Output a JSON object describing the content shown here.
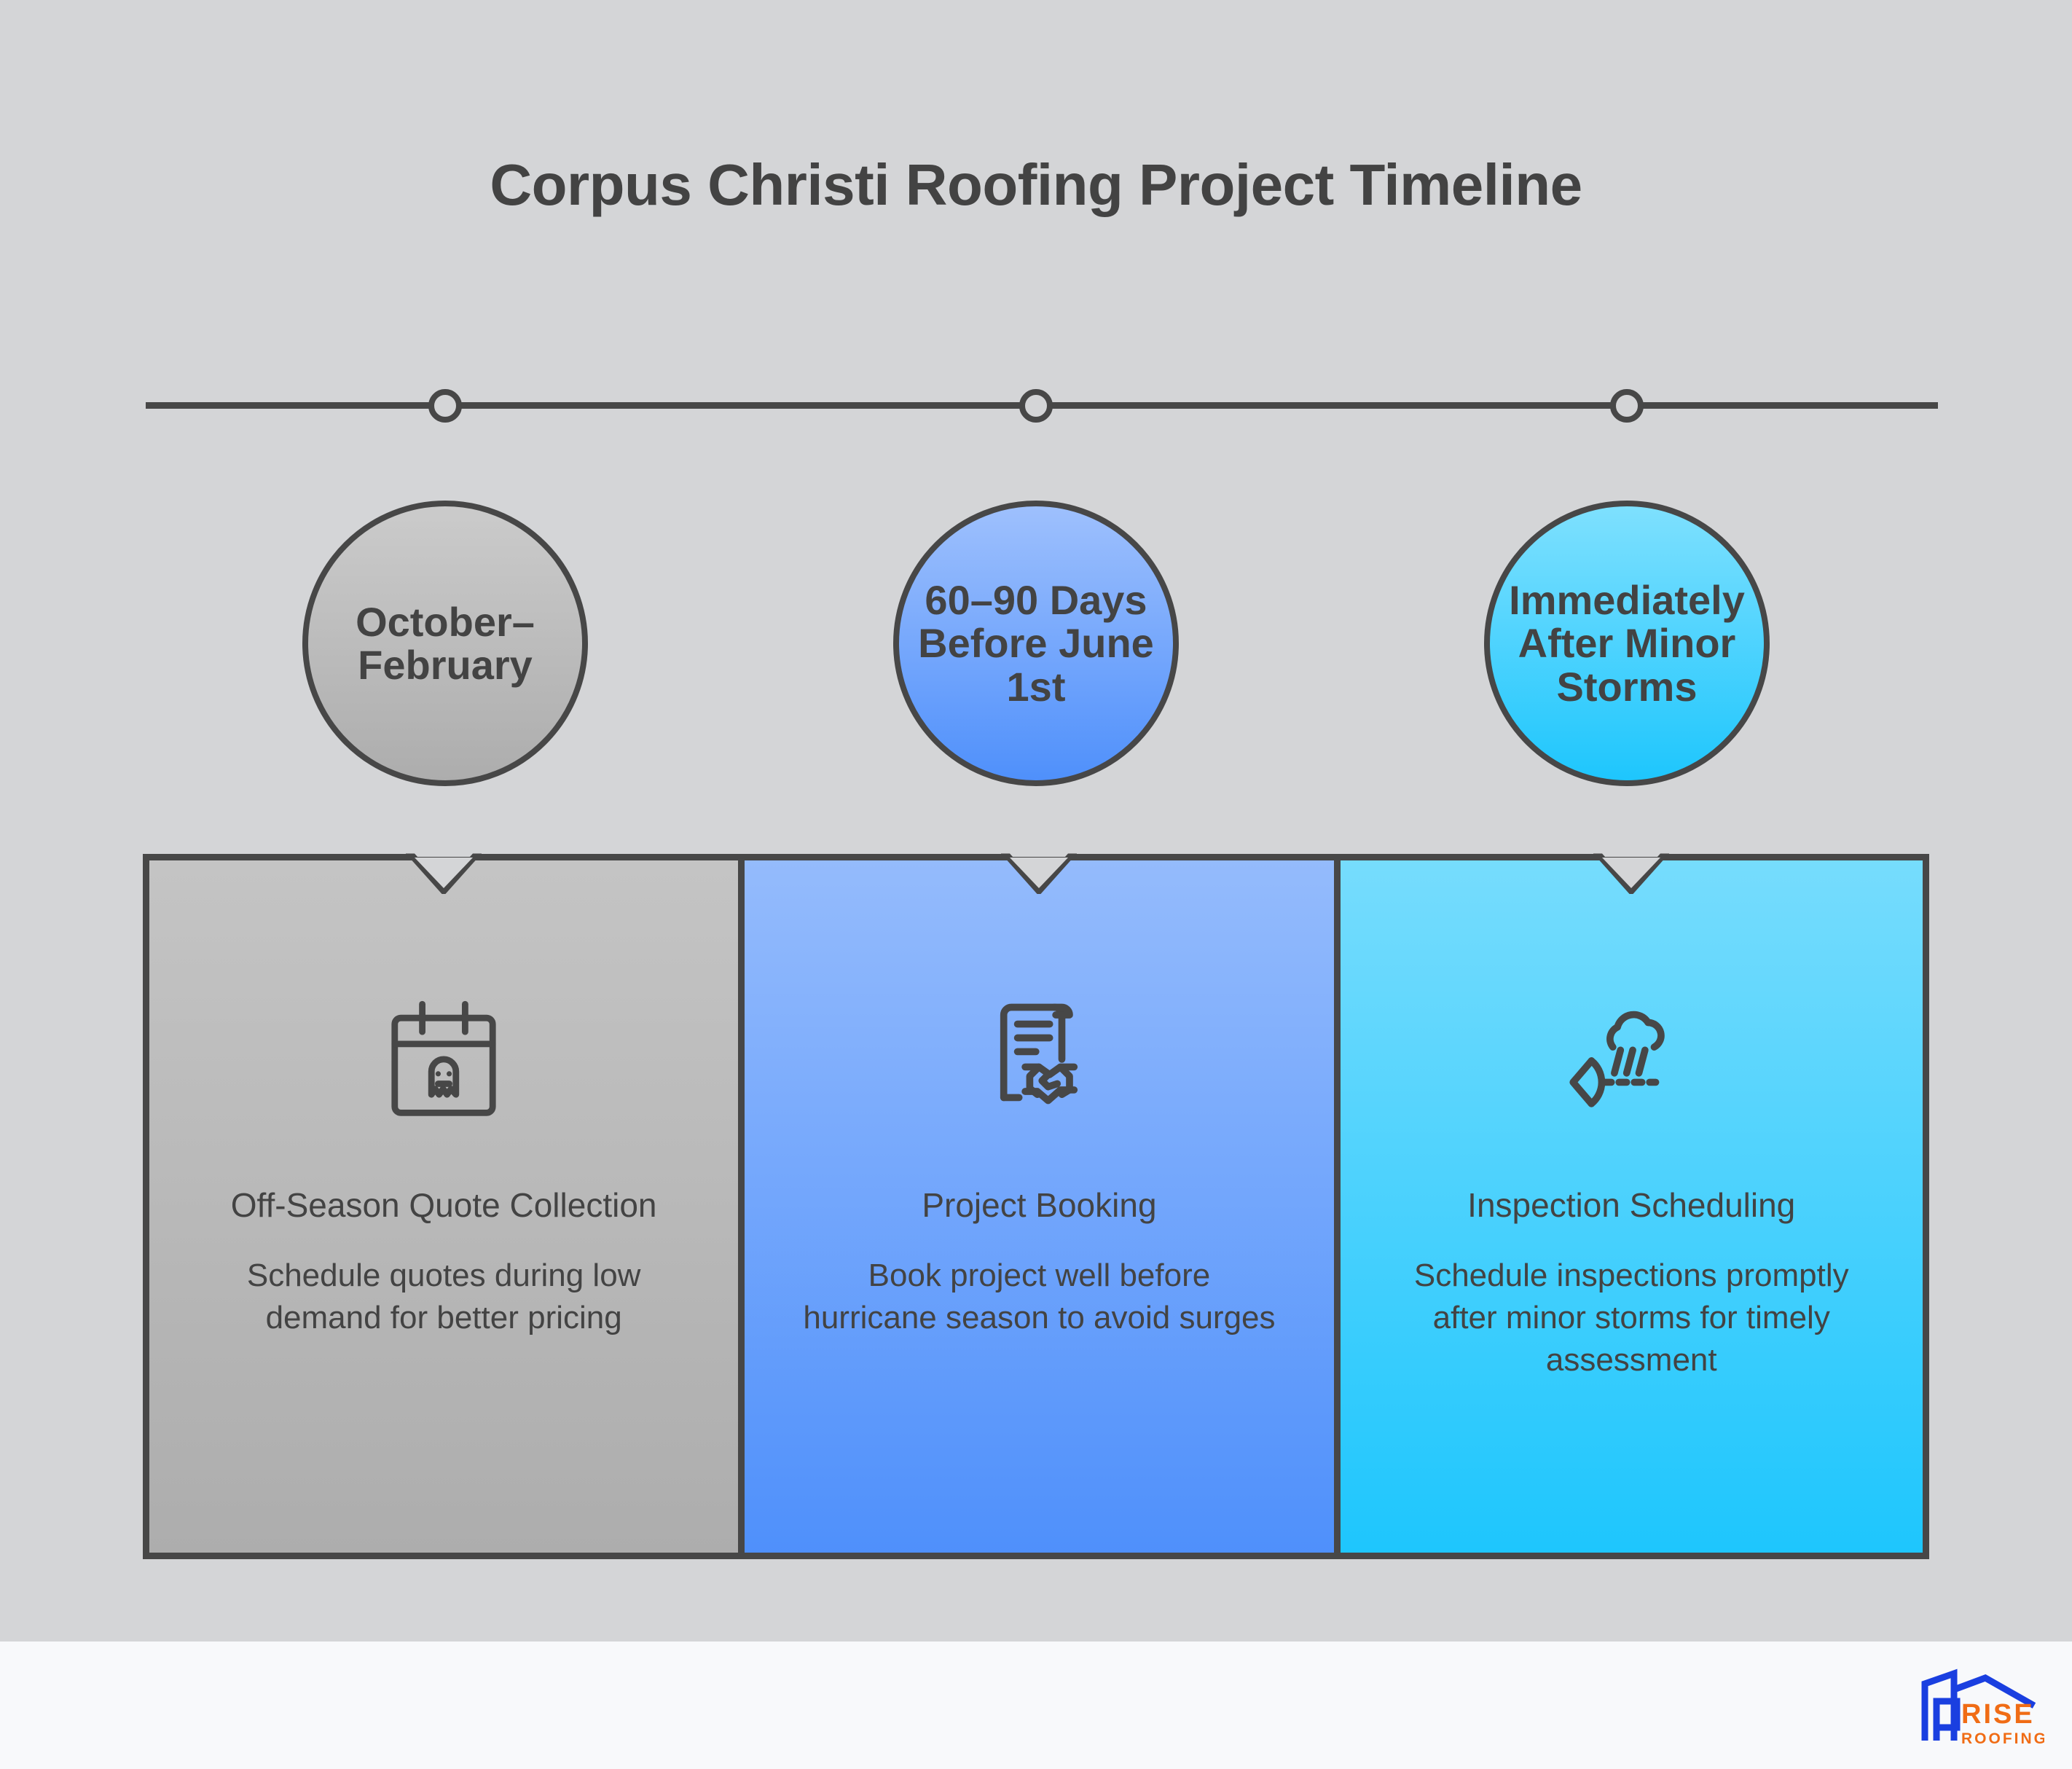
{
  "title": "Corpus Christi Roofing Project Timeline",
  "colors": {
    "canvas_background": "#d4d5d7",
    "footer_background": "#f8f9fb",
    "line_dark": "#474747",
    "text_dark": "#434343",
    "panel1_top": "#c4c4c4",
    "panel1_bottom": "#adadad",
    "panel2_top": "#94bbfc",
    "panel2_bottom": "#4f90fb",
    "panel3_top": "#76dcfd",
    "panel3_bottom": "#1ec6fd",
    "logo_blue": "#1a3fe0",
    "logo_orange": "#f06c15"
  },
  "timeline": {
    "markers": [
      {
        "name": "milestone-1"
      },
      {
        "name": "milestone-2"
      },
      {
        "name": "milestone-3"
      }
    ],
    "bubbles": [
      {
        "label": "October–February"
      },
      {
        "label": "60–90 Days Before June 1st"
      },
      {
        "label": "Immediately After Minor Storms"
      }
    ]
  },
  "panels": [
    {
      "icon": "calendar-ghost-icon",
      "title": "Off-Season Quote Collection",
      "description": "Schedule quotes during low demand for better pricing"
    },
    {
      "icon": "contract-handshake-icon",
      "title": "Project Booking",
      "description": "Book project well before hurricane season to avoid surges"
    },
    {
      "icon": "storm-inspection-icon",
      "title": "Inspection Scheduling",
      "description": "Schedule inspections promptly after minor storms for timely assessment"
    }
  ],
  "logo": {
    "name": "rise-roofing-logo",
    "primary_text": "RISE",
    "secondary_text": "ROOFING"
  }
}
